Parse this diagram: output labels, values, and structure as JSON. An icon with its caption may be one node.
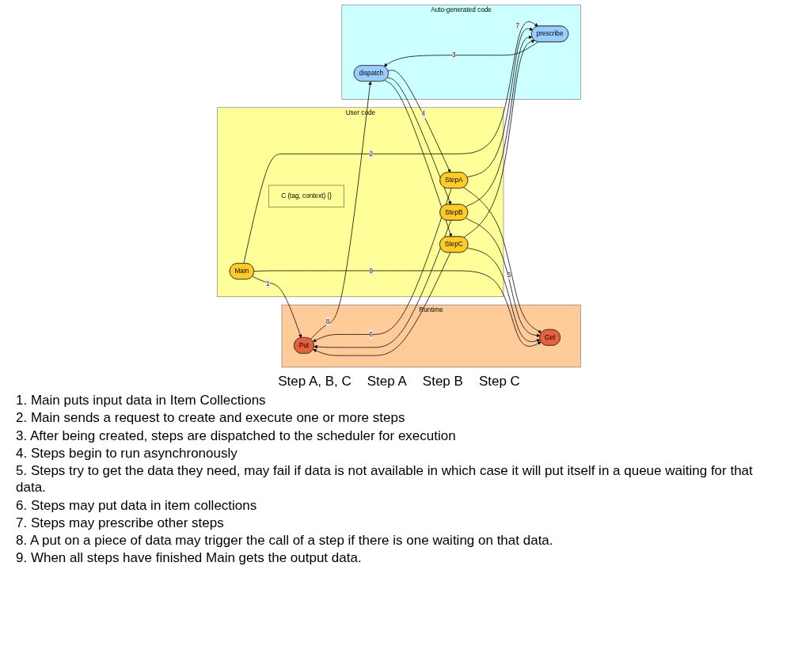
{
  "diagram": {
    "nodes": [
      {
        "text": [
          "Runtime"
        ]
      },
      {
        "text": [
          "Put"
        ],
        "in": 0
      },
      {
        "text": [
          "Get"
        ],
        "in": 0
      },
      {
        "text": [
          "User code"
        ]
      },
      {
        "text": [
          "StepA"
        ],
        "in": 3
      },
      {
        "text": [
          "StepB"
        ],
        "in": 3
      },
      {
        "text": [
          "StepC"
        ],
        "in": 3
      },
      {
        "text": [
          "Main"
        ],
        "in": 3
      },
      {
        "text": [
          "C (tag, context) {}"
        ],
        "in": 3
      },
      {
        "text": [
          "Auto-generated code"
        ]
      },
      {
        "text": [
          "prescribe"
        ],
        "in": 9
      },
      {
        "text": [
          "dispatch"
        ],
        "in": 9
      }
    ],
    "edges": [
      {
        "from": 7,
        "to": 1,
        "arrow": "to",
        "label": "1"
      },
      {
        "from": 4,
        "to": 1,
        "arrow": "to",
        "label": "6"
      },
      {
        "from": 5,
        "to": 1,
        "arrow": "to"
      },
      {
        "from": 6,
        "to": 1,
        "arrow": "to"
      },
      {
        "from": 4,
        "to": 2,
        "arrow": "to"
      },
      {
        "from": 5,
        "to": 2,
        "arrow": "to",
        "label": "5"
      },
      {
        "from": 6,
        "to": 2,
        "arrow": "to"
      },
      {
        "from": 7,
        "to": 2,
        "arrow": "to",
        "label": "9"
      },
      {
        "from": 7,
        "to": 10,
        "arrow": "to",
        "label": "2"
      },
      {
        "from": 4,
        "to": 10,
        "arrow": "to",
        "label": "7"
      },
      {
        "from": 5,
        "to": 10,
        "arrow": "to"
      },
      {
        "from": 6,
        "to": 10,
        "arrow": "to"
      },
      {
        "from": 10,
        "to": 11,
        "arrow": "to",
        "label": "3"
      },
      {
        "from": 1,
        "to": 11,
        "arrow": "to",
        "label": "8"
      },
      {
        "from": 11,
        "to": 4,
        "arrow": "to",
        "label": "4"
      },
      {
        "from": 11,
        "to": 5,
        "arrow": "to"
      },
      {
        "from": 11,
        "to": 6,
        "arrow": "to"
      }
    ],
    "labels": [
      "Step A, B, C",
      "Step A",
      "Step B",
      "Step C",
      "1. Main puts input data in Item Collections",
      "2. Main sends a request to create and execute one or more steps",
      "3. After being created, steps are dispatched to the scheduler for execution",
      "4. Steps begin to run asynchronously",
      "5. Steps try to get the data they need, may fail if data is not available in which case it will put itself in a queue waiting for that data.",
      "6. Steps may put data in item collections",
      "7. Steps may prescribe other steps",
      "8. A put on a piece of data may trigger the call of a step if there is one waiting on that data.",
      "9. When all steps have finished Main gets the output data."
    ]
  }
}
